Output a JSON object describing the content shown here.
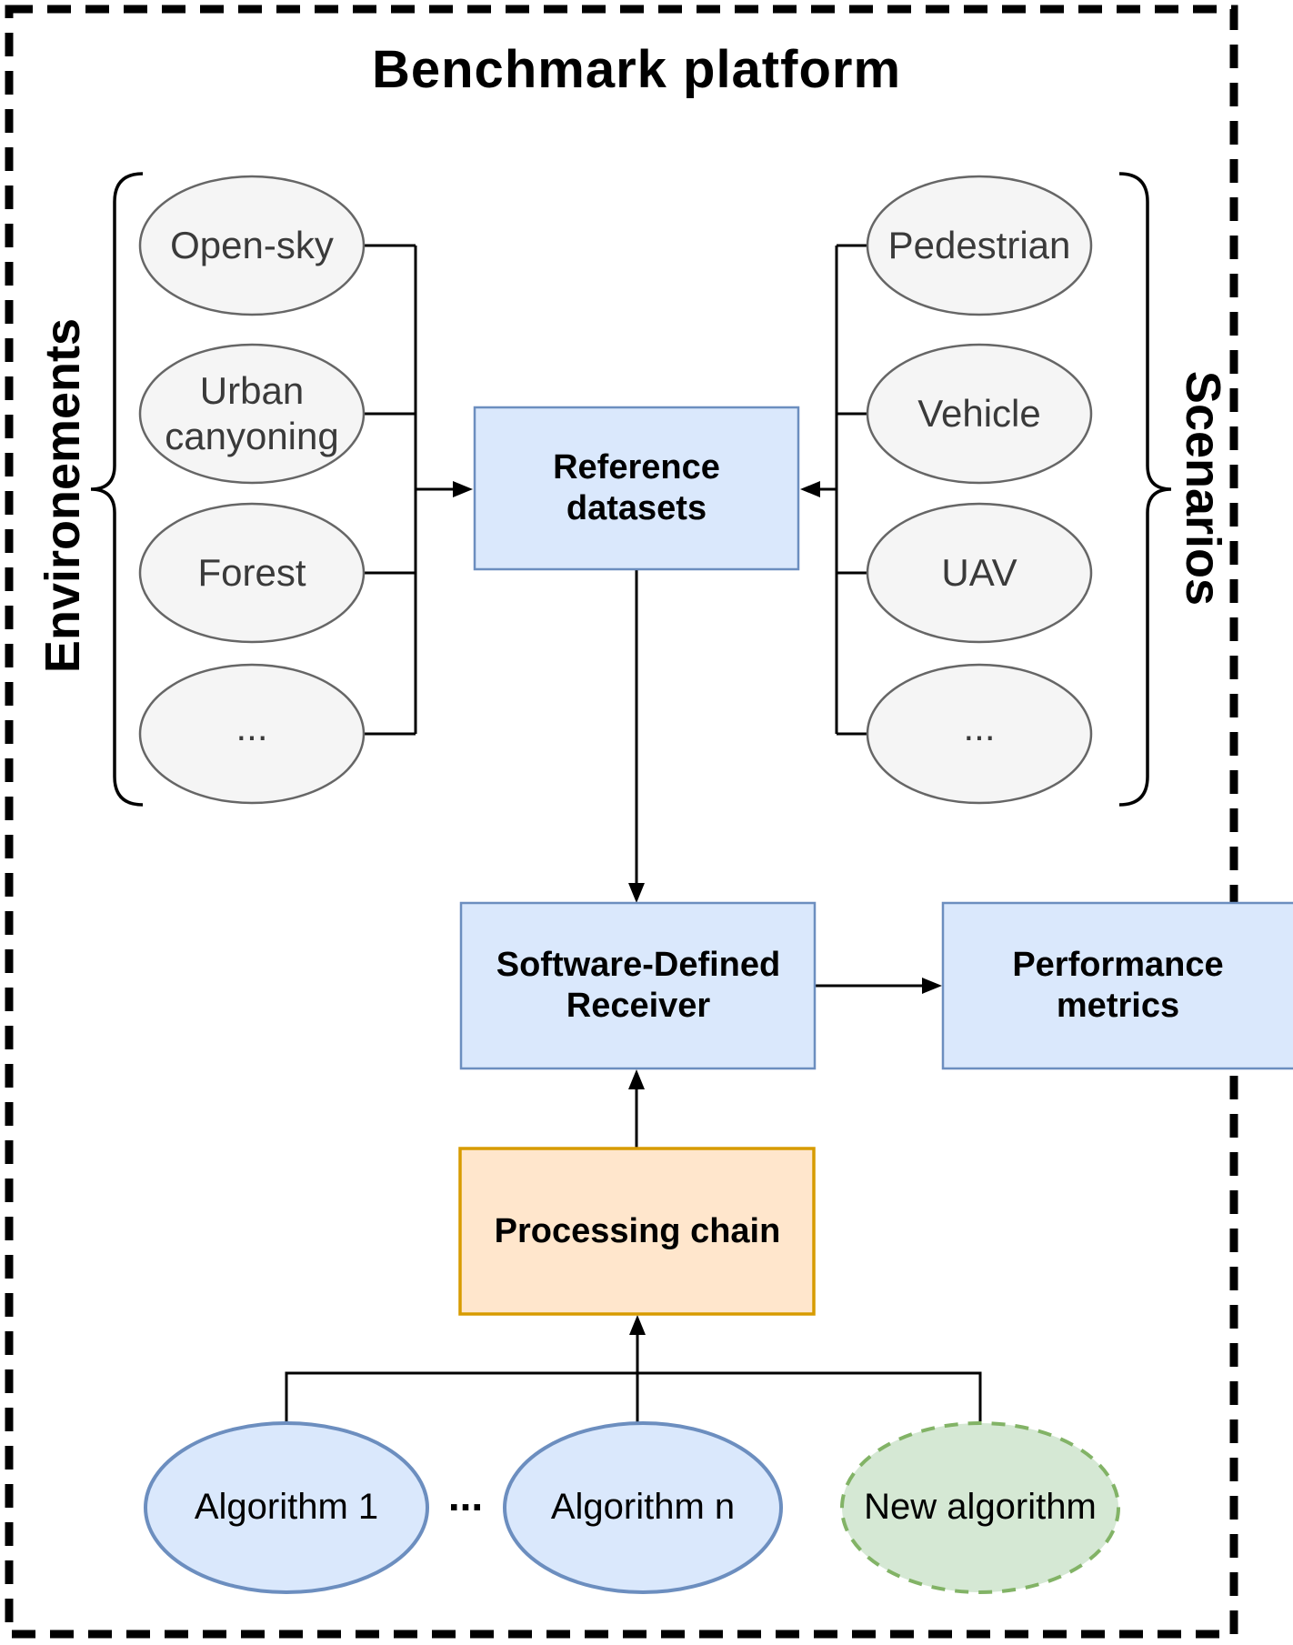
{
  "diagram": {
    "title": "Benchmark platform",
    "environments": {
      "label": "Environements",
      "items": [
        {
          "label": "Open-sky"
        },
        {
          "label": "Urban canyoning"
        },
        {
          "label": "Forest"
        },
        {
          "label": "..."
        }
      ]
    },
    "scenarios": {
      "label": "Scenarios",
      "items": [
        {
          "label": "Pedestrian"
        },
        {
          "label": "Vehicle"
        },
        {
          "label": "UAV"
        },
        {
          "label": "..."
        }
      ]
    },
    "nodes": {
      "reference_datasets": {
        "label": "Reference datasets"
      },
      "software_defined_receiver": {
        "label": "Software-Defined Receiver"
      },
      "performance_metrics": {
        "label": "Performance metrics"
      },
      "processing_chain": {
        "label": "Processing chain"
      }
    },
    "algorithms": {
      "separator": "...",
      "items": [
        {
          "label": "Algorithm 1"
        },
        {
          "label": "Algorithm n"
        },
        {
          "label": "New algorithm"
        }
      ]
    },
    "colors": {
      "ellipse_fill": "#f5f5f5",
      "ellipse_stroke": "#666666",
      "blue_fill": "#dae8fc",
      "blue_stroke": "#6c8ebf",
      "orange_fill": "#ffe6cc",
      "orange_stroke": "#d79b00",
      "green_fill": "#d5e8d4",
      "green_stroke": "#82b366",
      "line": "#000000"
    }
  }
}
